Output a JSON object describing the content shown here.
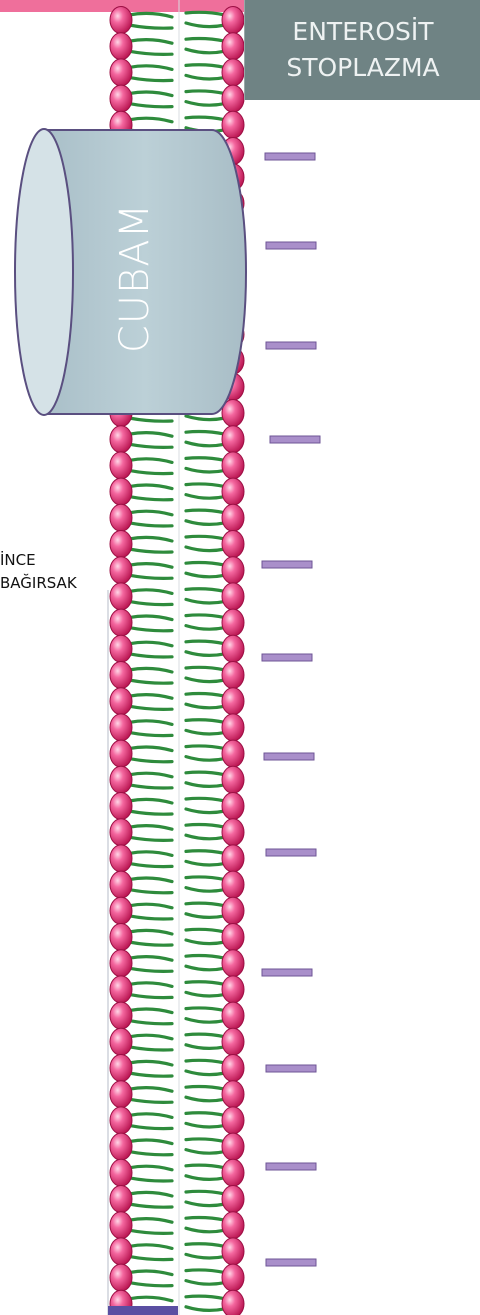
{
  "labels": {
    "cytoplasm_line1": "ENTEROSİT",
    "cytoplasm_line2": "STOPLAZMA",
    "intestine_line1": "İNCE",
    "intestine_line2": "BAĞIRSAK",
    "receptor": "CUBAM"
  },
  "colors": {
    "phospholipid_head": "#e0286e",
    "fatty_tail": "#2e8b3c",
    "cubam_body": "#b9ccd4",
    "cubam_top": "#d5e2e7",
    "cubam_outline": "#5a4f80",
    "charge_mark": "#a98fca",
    "label_box": "#6f8384",
    "top_strip": "#ef6f9b",
    "bottom_bar": "#5a4fa2"
  },
  "membrane": {
    "type": "phospholipid bilayer",
    "icon": "phospholipid-icon"
  },
  "charge_marks": {
    "count": 12,
    "sign": "negative",
    "icon": "minus-icon"
  }
}
